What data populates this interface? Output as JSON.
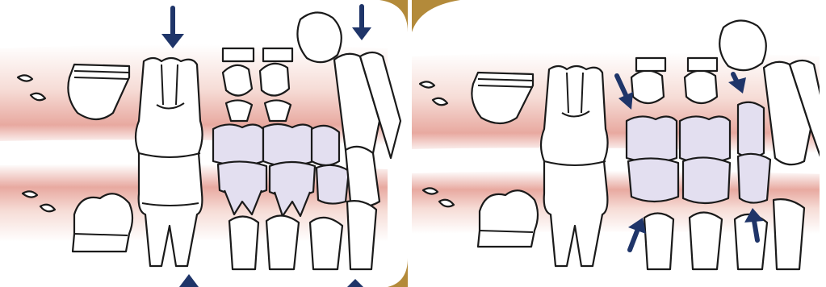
{
  "figure": {
    "panels": [
      {
        "id": "left",
        "arrows": 4
      },
      {
        "id": "right",
        "arrows": 4
      }
    ],
    "colors": {
      "arrow": "#1f3569",
      "gum": "#e8a9a0",
      "gum_light": "#f6dcd6",
      "primary_tooth": "#e3dff0",
      "permanent_tooth": "#ffffff",
      "frame_gold": "#b38a3a",
      "outline": "#1a1a1a"
    }
  }
}
